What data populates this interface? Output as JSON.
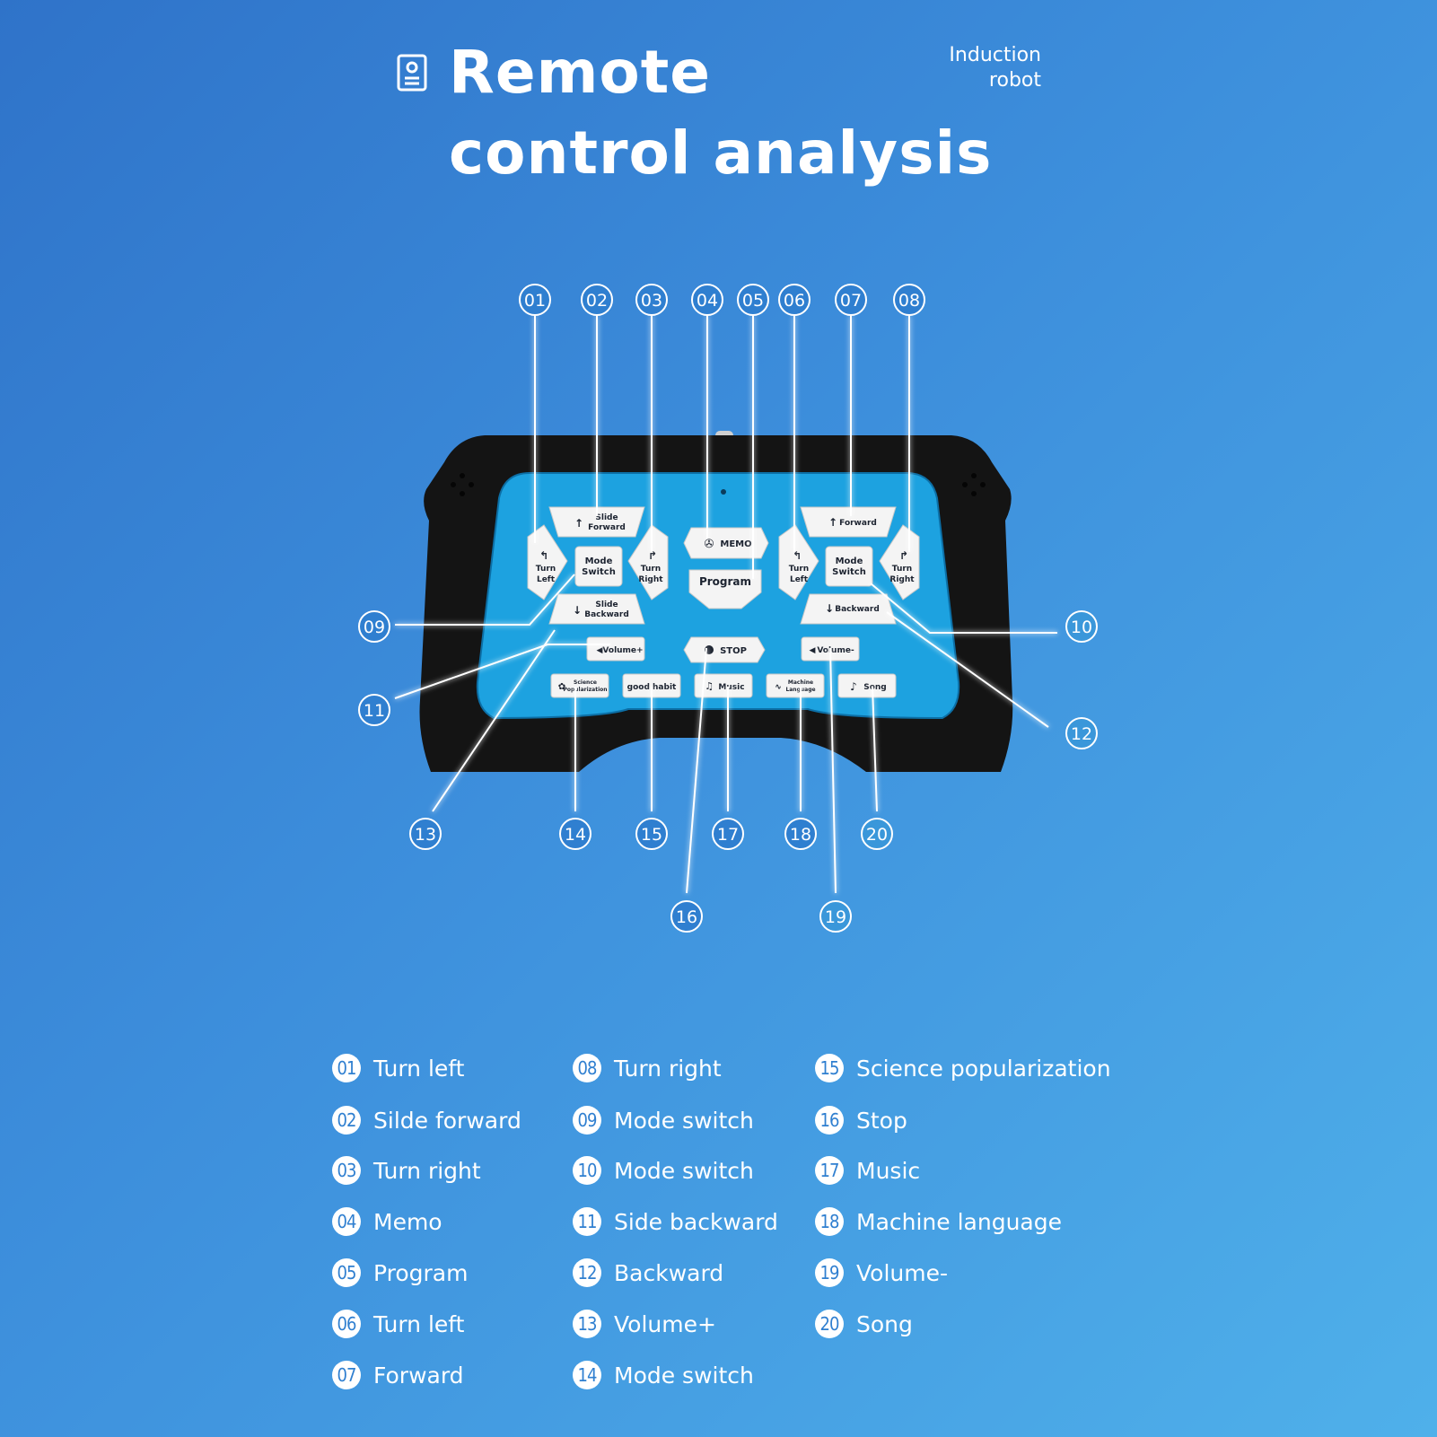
{
  "header": {
    "title_line1": "Remote",
    "title_line2": "control analysis",
    "subtitle_line1": "Induction",
    "subtitle_line2": "robot",
    "icon": "document-icon"
  },
  "remote": {
    "buttons": {
      "slide_forward": [
        "Slide",
        "Forward"
      ],
      "slide_backward": [
        "Slide",
        "Backward"
      ],
      "left_turn_left": [
        "Turn",
        "Left"
      ],
      "left_turn_right": [
        "Turn",
        "Right"
      ],
      "left_mode_switch": [
        "Mode",
        "Switch"
      ],
      "memo": "MEMO",
      "program": "Program",
      "forward": "Forward",
      "backward": "Backward",
      "right_turn_left": [
        "Turn",
        "Left"
      ],
      "right_turn_right": [
        "Turn",
        "Right"
      ],
      "right_mode_switch": [
        "Mode",
        "Switch"
      ],
      "volume_plus": "Volume+",
      "stop": "STOP",
      "volume_minus": "Volume-",
      "science": [
        "Science",
        "Popularization"
      ],
      "good_habit": "good habit",
      "music": "Music",
      "machine_language": [
        "Machine",
        "Language"
      ],
      "song": "Song"
    }
  },
  "callouts": [
    "01",
    "02",
    "03",
    "04",
    "05",
    "06",
    "07",
    "08",
    "09",
    "10",
    "11",
    "12",
    "13",
    "14",
    "15",
    "16",
    "17",
    "18",
    "19",
    "20"
  ],
  "legend": {
    "col1": [
      {
        "num": "01",
        "label": "Turn left"
      },
      {
        "num": "02",
        "label": "Silde forward"
      },
      {
        "num": "03",
        "label": "Turn right"
      },
      {
        "num": "04",
        "label": "Memo"
      },
      {
        "num": "05",
        "label": "Program"
      },
      {
        "num": "06",
        "label": "Turn left"
      },
      {
        "num": "07",
        "label": "Forward"
      }
    ],
    "col2": [
      {
        "num": "08",
        "label": "Turn right"
      },
      {
        "num": "09",
        "label": "Mode switch"
      },
      {
        "num": "10",
        "label": "Mode switch"
      },
      {
        "num": "11",
        "label": "Side backward"
      },
      {
        "num": "12",
        "label": "Backward"
      },
      {
        "num": "13",
        "label": "Volume+"
      },
      {
        "num": "14",
        "label": "Mode switch"
      }
    ],
    "col3": [
      {
        "num": "15",
        "label": "Science popularization"
      },
      {
        "num": "16",
        "label": "Stop"
      },
      {
        "num": "17",
        "label": "Music"
      },
      {
        "num": "18",
        "label": "Machine language"
      },
      {
        "num": "19",
        "label": "Volume-"
      },
      {
        "num": "20",
        "label": "Song"
      }
    ]
  },
  "colors": {
    "background_start": "#2f73c9",
    "background_end": "#4fb0ea",
    "panel": "#1da2e0",
    "frame": "#141414",
    "button": "#f4f4f4",
    "number_text": "#2f7fd0"
  }
}
